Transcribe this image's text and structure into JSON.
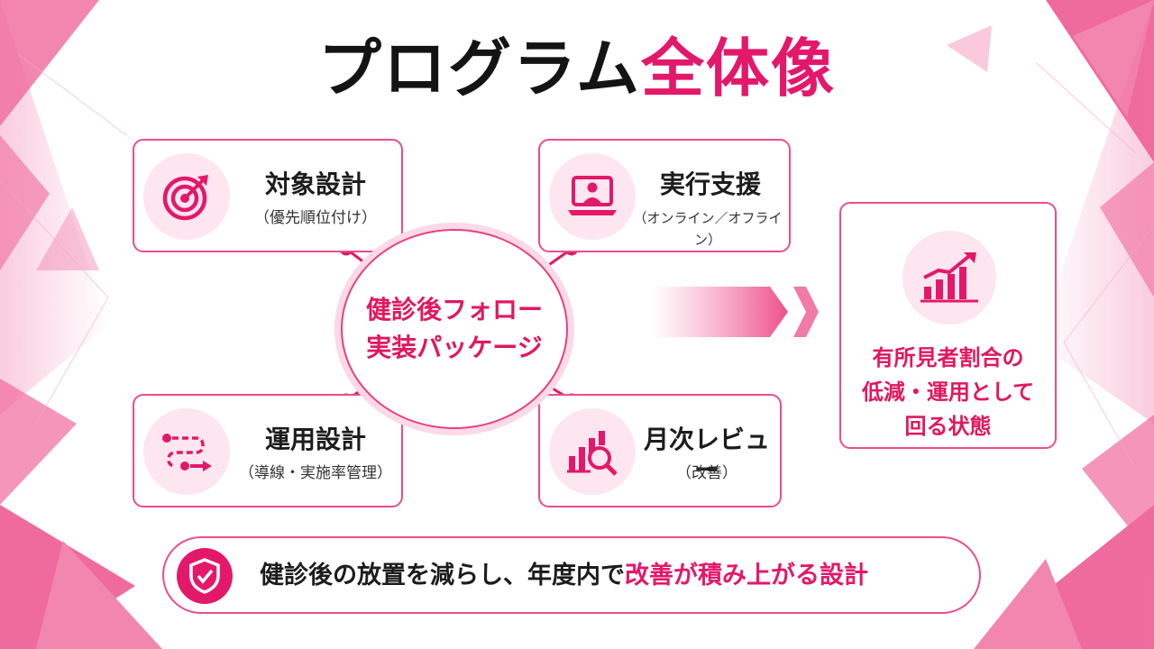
{
  "title": {
    "part1": "プログラム",
    "part2": "全体像"
  },
  "colors": {
    "accent": "#e3186b",
    "border": "#ea4e8a",
    "icon_bg": "#fde6ef",
    "text": "#1c1c1c"
  },
  "hub": {
    "line1": "健診後フォロー",
    "line2": "実装パッケージ"
  },
  "cards": [
    {
      "icon": "target-icon",
      "title": "対象設計",
      "subtitle": "（優先順位付け）"
    },
    {
      "icon": "laptop-user-icon",
      "title": "実行支援",
      "subtitle": "（オンライン／オフライン）"
    },
    {
      "icon": "flow-path-icon",
      "title": "運用設計",
      "subtitle": "（導線・実施率管理）"
    },
    {
      "icon": "chart-magnifier-icon",
      "title": "月次レビュー",
      "subtitle": "（改善）"
    }
  ],
  "result": {
    "icon": "growth-chart-icon",
    "lines": [
      "有所見者割合の",
      "低減・運用として",
      "回る状態"
    ]
  },
  "banner": {
    "icon": "shield-check-icon",
    "text_plain": "健診後の放置を減らし、年度内で",
    "text_highlight": "改善が積み上がる設計"
  }
}
